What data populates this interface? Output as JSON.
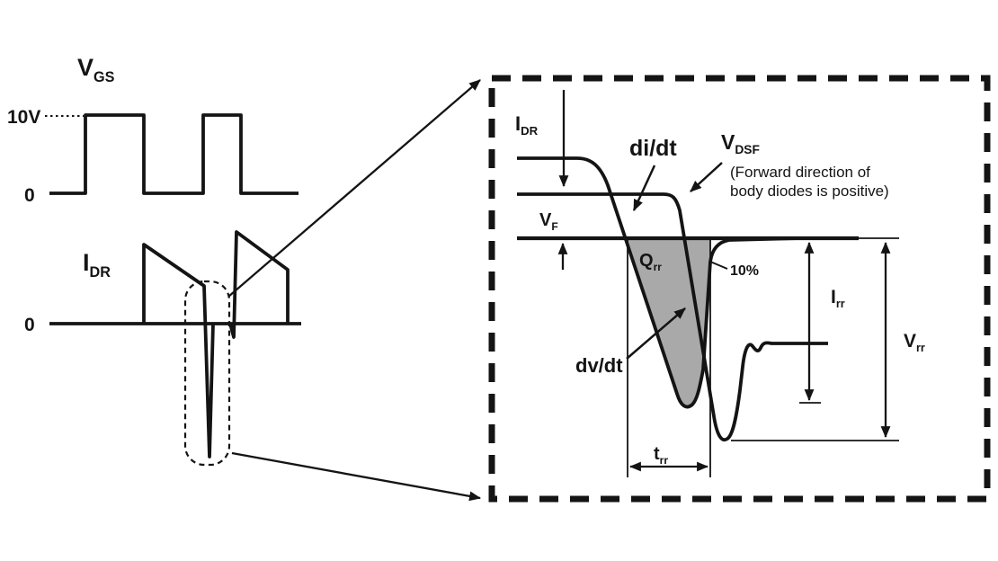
{
  "left_panel": {
    "vgs_axis": {
      "symbol": "V",
      "subscript": "GS"
    },
    "vgs_high_level": "10V",
    "vgs_zero": "0",
    "idr_axis": {
      "symbol": "I",
      "subscript": "DR"
    },
    "idr_zero": "0"
  },
  "zoom_panel": {
    "idr_level": {
      "symbol": "I",
      "subscript": "DR"
    },
    "didt": "di/dt",
    "vdsf": {
      "symbol": "V",
      "subscript": "DSF"
    },
    "vdsf_note": {
      "line1": "(Forward direction of",
      "line2": "body diodes is positive)"
    },
    "vf": {
      "symbol": "V",
      "subscript": "F"
    },
    "qrr": {
      "symbol": "Q",
      "subscript": "rr"
    },
    "ten_percent": "10%",
    "irr": {
      "symbol": "I",
      "subscript": "rr"
    },
    "dvdt": "dv/dt",
    "trr": {
      "symbol": "t",
      "subscript": "rr"
    },
    "vrr": {
      "symbol": "V",
      "subscript": "rr"
    }
  },
  "colors": {
    "line": "#141414",
    "qrr_fill": "#a9a9a9",
    "background": "#ffffff"
  }
}
